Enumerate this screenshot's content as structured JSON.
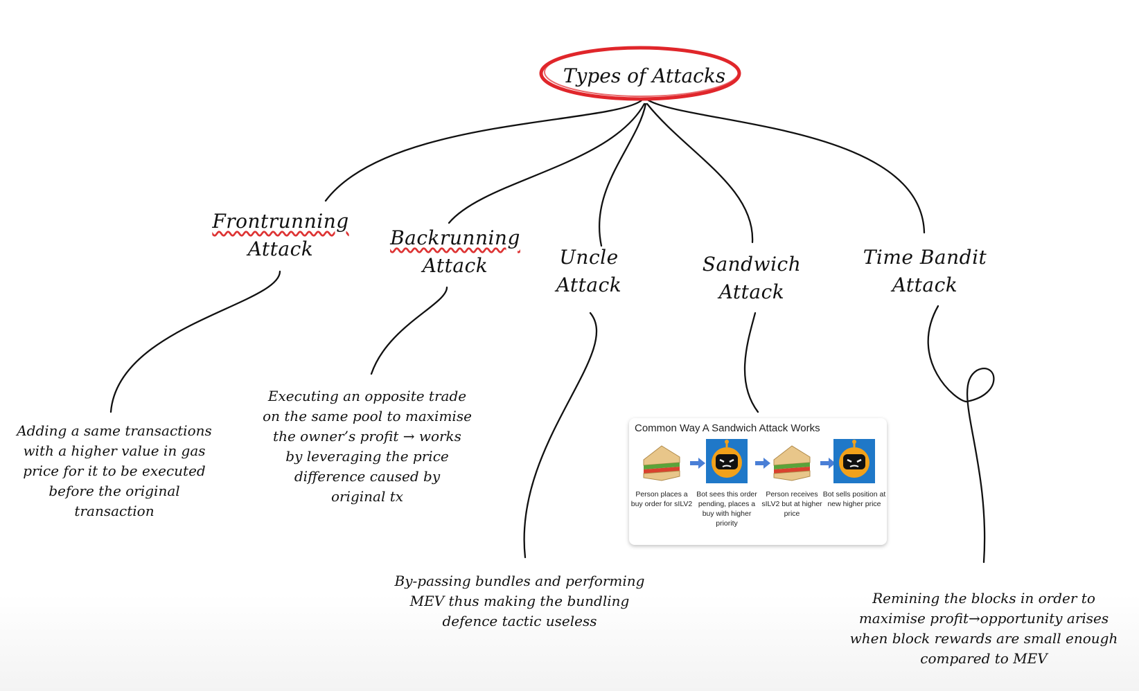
{
  "root": {
    "title": "Types of Attacks"
  },
  "nodes": [
    {
      "id": "frontrunning",
      "title_lines": [
        "Frontrunning",
        "Attack"
      ],
      "description": [
        "Adding a same transactions",
        "with a higher value in gas",
        "price for it to be executed",
        "before the original",
        "transaction"
      ]
    },
    {
      "id": "backrunning",
      "title_lines": [
        "Backrunning",
        "Attack"
      ],
      "description": [
        "Executing an opposite trade",
        "on the same pool to maximise",
        "the owner’s profit → works",
        "by leveraging the price",
        "difference caused by",
        "original tx"
      ]
    },
    {
      "id": "uncle",
      "title_lines": [
        "Uncle",
        "Attack"
      ],
      "description": [
        "By-passing bundles and performing",
        "MEV thus making the bundling",
        "defence tactic useless"
      ]
    },
    {
      "id": "sandwich",
      "title_lines": [
        "Sandwich",
        "Attack"
      ],
      "description": []
    },
    {
      "id": "time-bandit",
      "title_lines": [
        "Time Bandit",
        "Attack"
      ],
      "description": [
        "Remining the blocks in order to",
        "maximise profit→opportunity arises",
        "when block rewards are small enough",
        "compared to MEV"
      ]
    }
  ],
  "sandwich_card": {
    "title": "Common Way A Sandwich Attack Works",
    "steps": [
      {
        "icon": "sandwich-icon",
        "caption": "Person places a buy order for sILV2"
      },
      {
        "icon": "bot-icon",
        "caption": "Bot sees this order pending, places a buy with higher priority"
      },
      {
        "icon": "sandwich-icon",
        "caption": "Person receives sILV2 but at higher price"
      },
      {
        "icon": "bot-icon",
        "caption": "Bot sells position at new higher price"
      }
    ]
  },
  "colors": {
    "ink": "#111111",
    "highlight_red": "#e0262b",
    "arrow_blue": "#4a7fd6",
    "bot_blue": "#1f78c8",
    "spellcheck_red": "#d33333"
  }
}
